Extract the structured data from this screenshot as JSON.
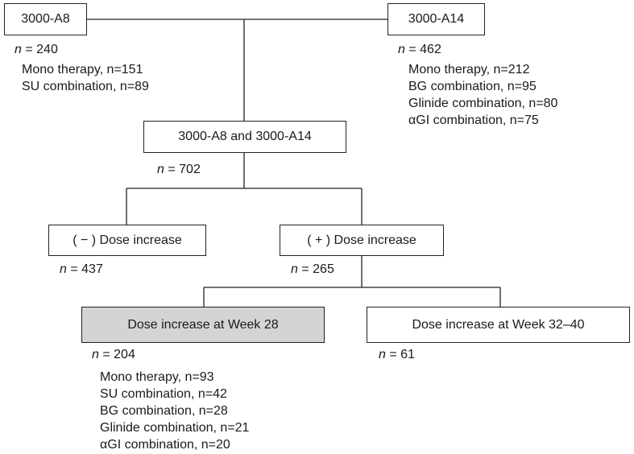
{
  "boxes": {
    "a8": "3000-A8",
    "a14": "3000-A14",
    "combined": "3000-A8 and 3000-A14",
    "no_increase": "( − ) Dose increase",
    "increase": "( + ) Dose increase",
    "week28": "Dose increase at Week 28",
    "week32_40": "Dose increase at Week 32–40"
  },
  "counts": {
    "n_label": "n",
    "a8": "= 240",
    "a14": "= 462",
    "combined": "= 702",
    "no_increase": "= 437",
    "increase": "= 265",
    "week28": "= 204",
    "week32_40": "= 61"
  },
  "lists": {
    "a8": [
      "Mono therapy, n=151",
      "SU combination, n=89"
    ],
    "a14": [
      "Mono therapy, n=212",
      "BG combination, n=95",
      "Glinide combination, n=80",
      "αGI combination, n=75"
    ],
    "week28": [
      "Mono therapy, n=93",
      "SU combination, n=42",
      "BG combination, n=28",
      "Glinide combination, n=21",
      "αGI combination, n=20"
    ]
  }
}
